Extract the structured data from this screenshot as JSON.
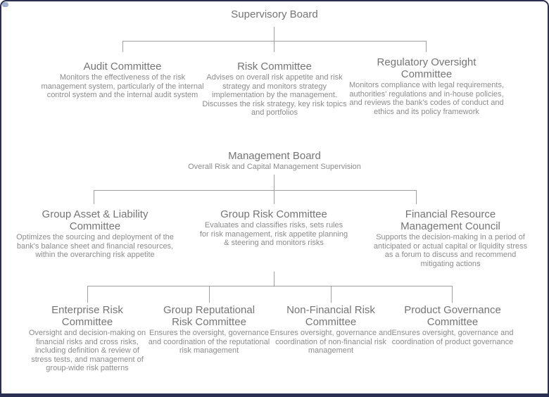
{
  "diagram": {
    "root": {
      "title": "Supervisory Board"
    },
    "level1": [
      {
        "title": "Audit Committee",
        "description": "Monitors the effectiveness of the risk management system, particularly of the internal control system and the internal audit system"
      },
      {
        "title": "Risk Committee",
        "description": "Advises on overall risk appetite and risk strategy and monitors strategy implementation by the management. Discusses the risk strategy, key risk topics and portfolios"
      },
      {
        "title": "Regulatory Oversight Committee",
        "description": "Monitors compliance with legal requirements, authorities' regulations and in-house policies, and reviews the bank's codes of conduct and ethics and its policy framework"
      }
    ],
    "management_board": {
      "title": "Management Board",
      "subtitle": "Overall Risk and Capital Management Supervision"
    },
    "level2": [
      {
        "title": "Group Asset & Liability Committee",
        "description": "Optimizes the sourcing and deployment of the bank's balance sheet and financial resources, within the overarching risk appetite"
      },
      {
        "title": "Group Risk Committee",
        "description": "Evaluates and classifies risks, sets rules for risk management, risk appetite planning & steering and monitors risks"
      },
      {
        "title": "Financial Resource Management Council",
        "description": "Supports the decision-making in a period of anticipated or actual capital or liquidity stress as a forum to discuss and recommend mitigating actions"
      }
    ],
    "level3": [
      {
        "title": "Enterprise Risk Committee",
        "description": "Oversight and decision-making on financial risks and cross risks, including definition & review of stress tests, and management of group-wide risk patterns"
      },
      {
        "title": "Group Reputational Risk Committee",
        "description": "Ensures the oversight, governance and coordination of the reputational risk management"
      },
      {
        "title": "Non-Financial Risk Committee",
        "description": "Ensures oversight, governance and coordination of non-financial risk management"
      },
      {
        "title": "Product Governance Committee",
        "description": "Ensures oversight, governance and coordination of product governance"
      }
    ],
    "colors": {
      "frame": "#2a2e52",
      "title_text": "#757575",
      "body_text": "#8c8c8c",
      "connector": "#a0a0a0"
    }
  }
}
